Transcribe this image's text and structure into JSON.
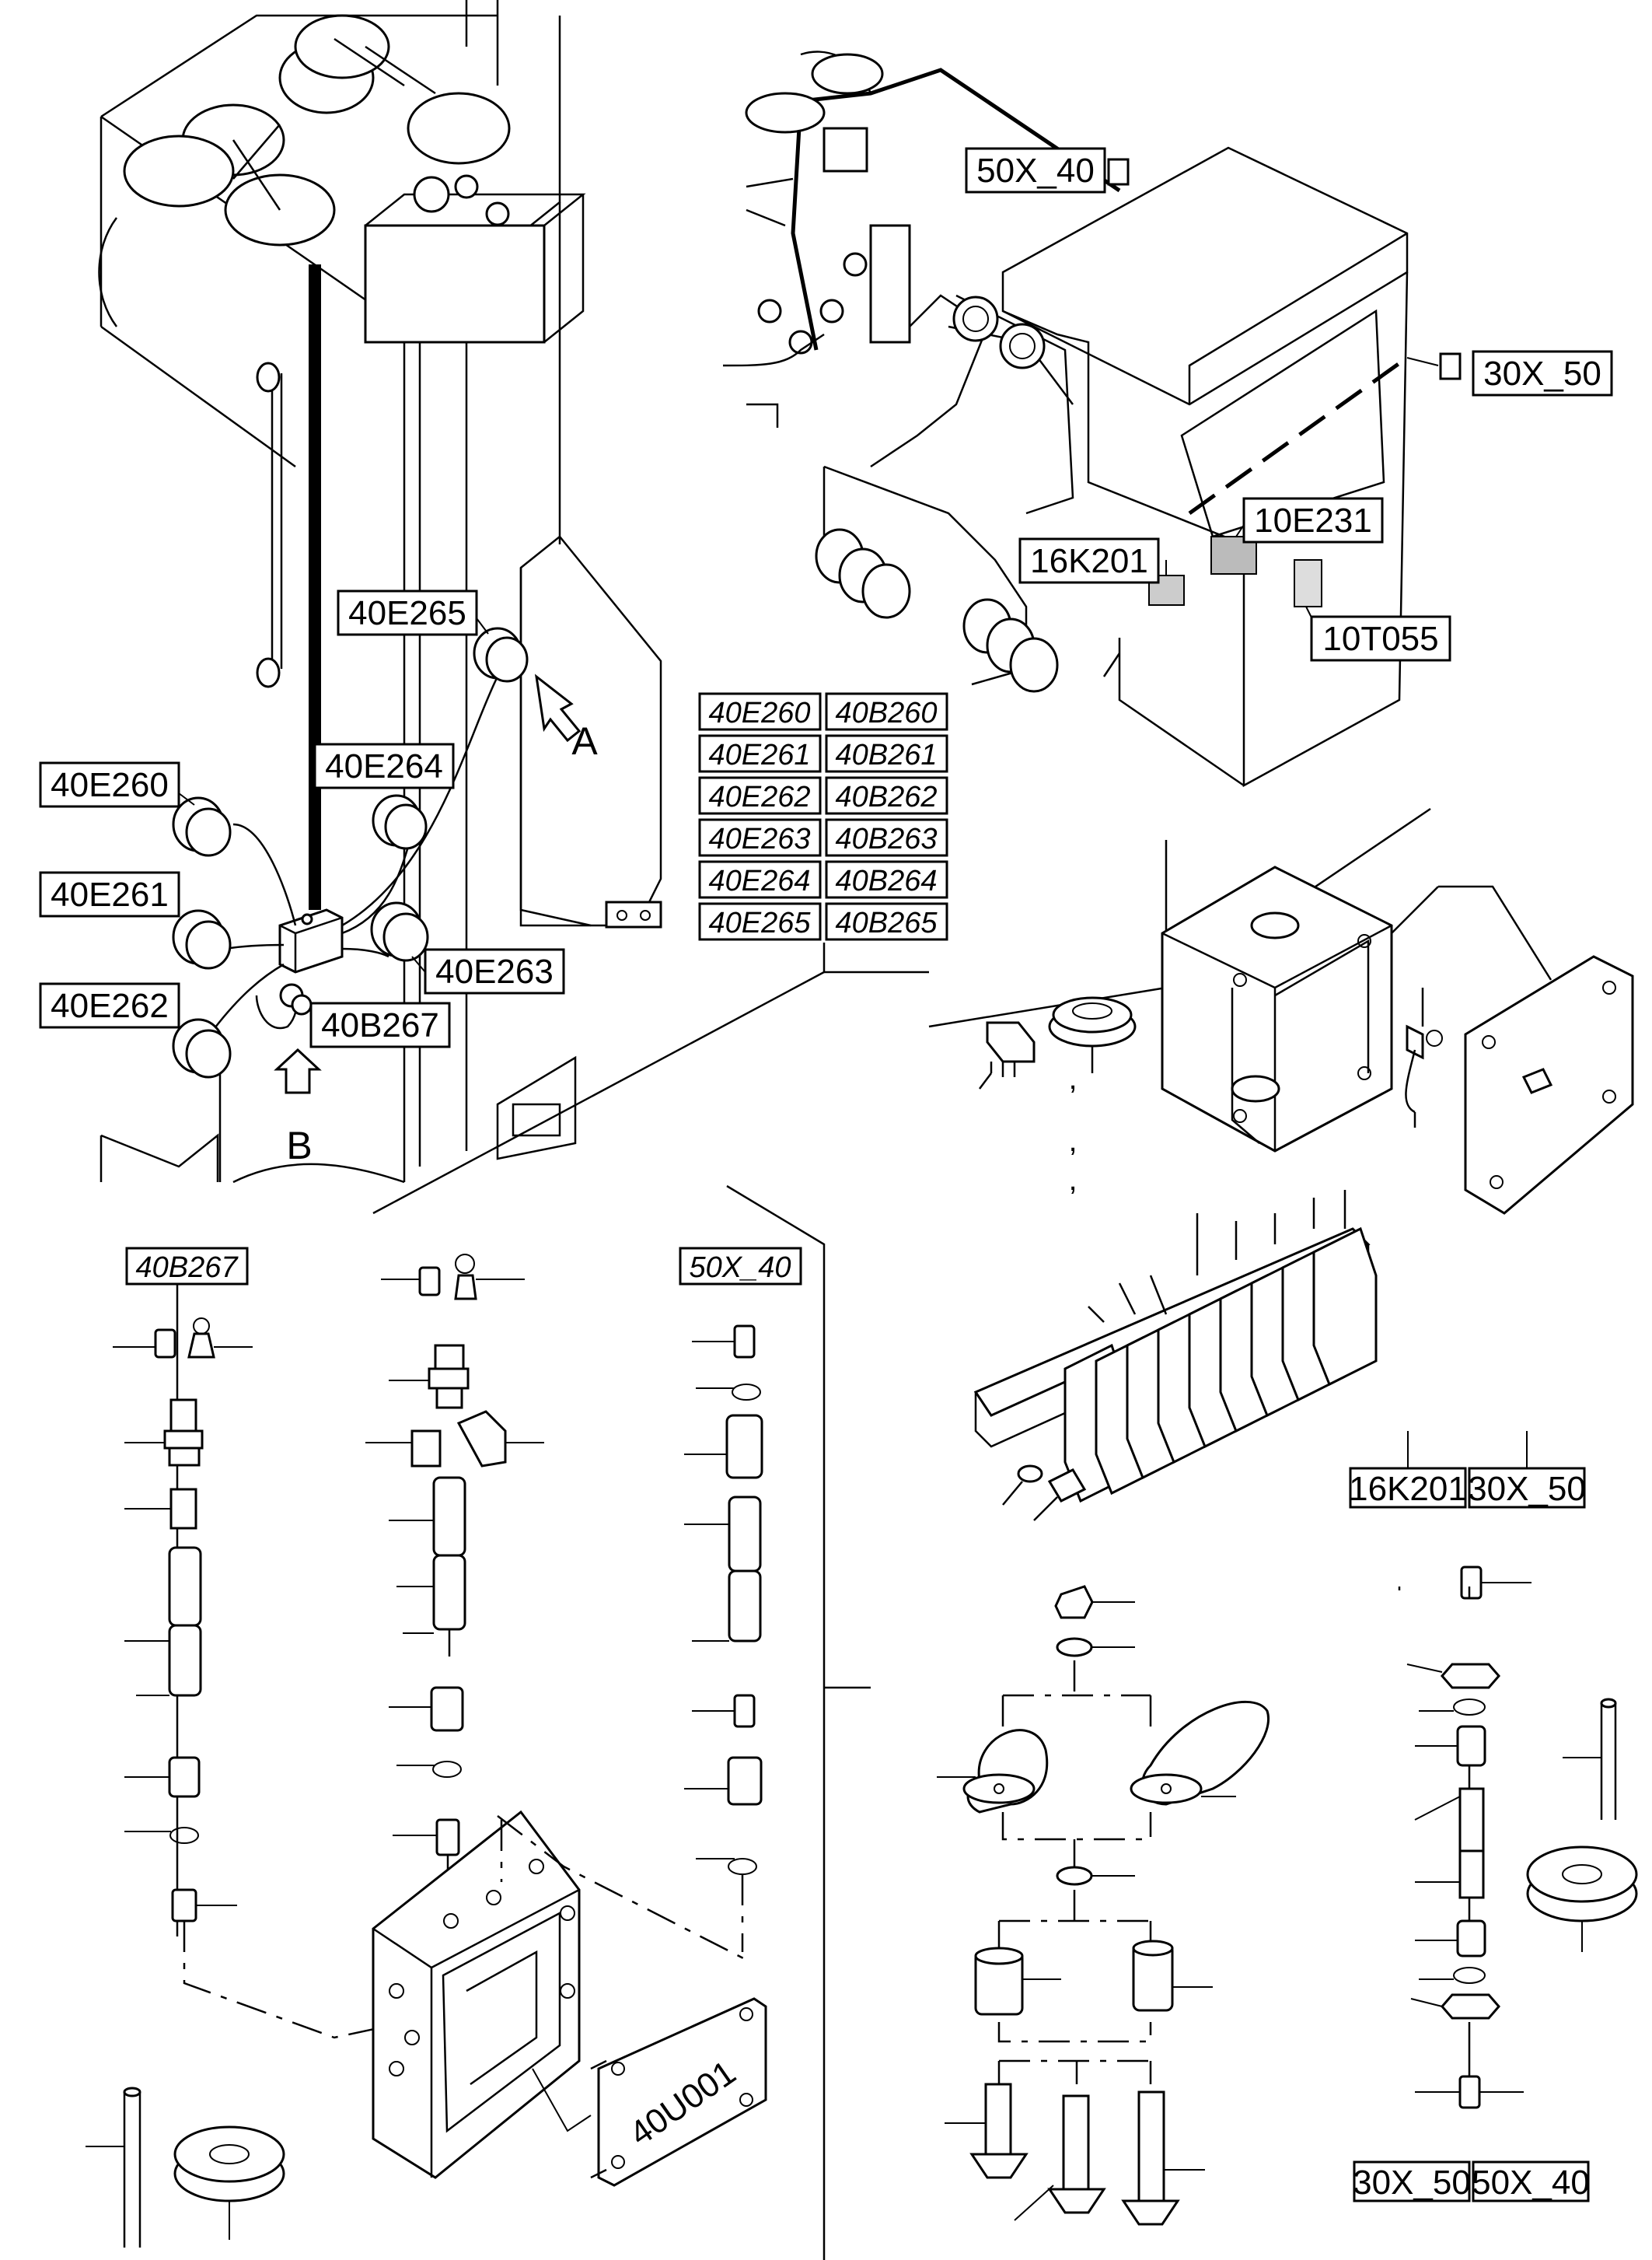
{
  "diagram": {
    "labels": {
      "x50_40_top": "50X_40",
      "x30_50_top": "30X_50",
      "e10_231": "10E231",
      "k16_201_top": "16K201",
      "t10_055": "10T055",
      "e40_265": "40E265",
      "e40_264": "40E264",
      "e40_260": "40E260",
      "e40_261": "40E261",
      "e40_263": "40E263",
      "e40_262": "40E262",
      "b40_267": "40B267",
      "view_a": "A",
      "view_b": "B",
      "k16_201_bottom": "16K201",
      "x30_50_mid": "30X_50",
      "x30_50_bottom": "30X_50",
      "x50_40_bottom": "50X_40",
      "box_40u001": "40U001",
      "kit_40b267": "40B267",
      "kit_50x_40": "50X_40"
    },
    "table": [
      [
        "40E260",
        "40B260"
      ],
      [
        "40E261",
        "40B261"
      ],
      [
        "40E262",
        "40B262"
      ],
      [
        "40E263",
        "40B263"
      ],
      [
        "40E264",
        "40B264"
      ],
      [
        "40E265",
        "40B265"
      ]
    ]
  }
}
